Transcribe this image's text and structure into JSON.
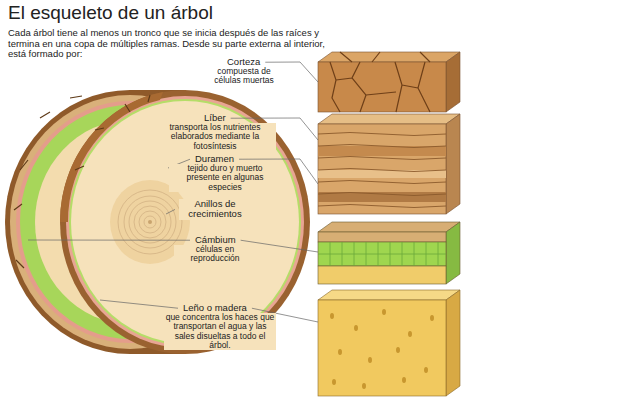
{
  "diagram": {
    "title": "El esqueleto de un árbol",
    "caption": "Cada árbol tiene al menos un tronco que se inicia después de las raíces y termina en una copa de múltiples ramas. Desde su parte externa al interior, está formado por:",
    "labels": [
      "Corteza",
      "compuesta de células muertas",
      "Líber",
      "transporta los nutrientes elaborados mediante la fotosíntesis",
      "Duramen",
      "tejido duro y muerto presente en algunas especies",
      "Anillos de crecimientos",
      "Cámbium",
      "células en reproducción",
      "Leño o madera",
      "que concentra los haces que transportan el agua y las sales disueltas a todo el árbol."
    ]
  }
}
